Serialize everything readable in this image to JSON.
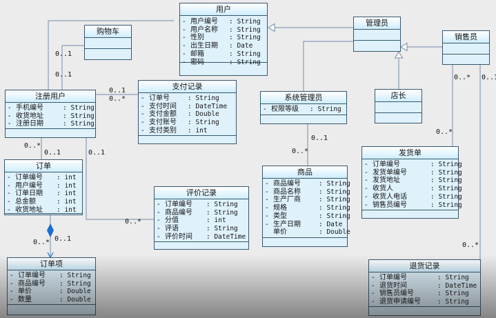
{
  "classes": {
    "user": {
      "title": "用户",
      "attributes": [
        {
          "vis": "-",
          "name": "用户编号",
          "type": ": String"
        },
        {
          "vis": "-",
          "name": "用户名称",
          "type": ": String"
        },
        {
          "vis": "-",
          "name": "性别",
          "type": ": String"
        },
        {
          "vis": "-",
          "name": "出生日期",
          "type": ": Date"
        },
        {
          "vis": "-",
          "name": "邮箱",
          "type": ": String"
        },
        {
          "vis": "-",
          "name": "密码",
          "type": ": String"
        }
      ]
    },
    "cart": {
      "title": "购物车",
      "attributes": []
    },
    "admin": {
      "title": "管理员",
      "attributes": []
    },
    "seller": {
      "title": "销售员",
      "attributes": []
    },
    "manager": {
      "title": "店长",
      "attributes": []
    },
    "sysadmin": {
      "title": "系统管理员",
      "attributes": [
        {
          "vis": "-",
          "name": "权限等级",
          "type": ": String"
        }
      ]
    },
    "reguser": {
      "title": "注册用户",
      "attributes": [
        {
          "vis": "-",
          "name": "手机编号",
          "type": ": String"
        },
        {
          "vis": "-",
          "name": "收货地址",
          "type": ": String"
        },
        {
          "vis": "-",
          "name": "注册日期",
          "type": ": String"
        }
      ]
    },
    "payment": {
      "title": "支付记录",
      "attributes": [
        {
          "vis": "-",
          "name": "订单号",
          "type": ": String"
        },
        {
          "vis": "-",
          "name": "支付时间",
          "type": ": DateTime"
        },
        {
          "vis": "-",
          "name": "支付金额",
          "type": ": Double"
        },
        {
          "vis": "-",
          "name": "支付账号",
          "type": ": String"
        },
        {
          "vis": "-",
          "name": "支付类别",
          "type": ": int"
        }
      ]
    },
    "order": {
      "title": "订单",
      "attributes": [
        {
          "vis": "-",
          "name": "订单编号",
          "type": ": int"
        },
        {
          "vis": "-",
          "name": "用户编号",
          "type": ": int"
        },
        {
          "vis": "-",
          "name": "订单日期",
          "type": ": int"
        },
        {
          "vis": "-",
          "name": "总金额",
          "type": ": int"
        },
        {
          "vis": "-",
          "name": "收货地址",
          "type": ": int"
        }
      ]
    },
    "review": {
      "title": "评价记录",
      "attributes": [
        {
          "vis": "-",
          "name": "订单编号",
          "type": ": String"
        },
        {
          "vis": "-",
          "name": "商品编号",
          "type": ": String"
        },
        {
          "vis": "-",
          "name": "分值",
          "type": ": int"
        },
        {
          "vis": "-",
          "name": "评语",
          "type": ": String"
        },
        {
          "vis": "-",
          "name": "评价时间",
          "type": ": DateTime"
        }
      ]
    },
    "product": {
      "title": "商品",
      "attributes": [
        {
          "vis": "-",
          "name": "商品编号",
          "type": ": String"
        },
        {
          "vis": "-",
          "name": "商品名称",
          "type": ": String"
        },
        {
          "vis": "-",
          "name": "生产厂商",
          "type": ": String"
        },
        {
          "vis": "-",
          "name": "规格",
          "type": ": String"
        },
        {
          "vis": "-",
          "name": "类型",
          "type": ": String"
        },
        {
          "vis": "-",
          "name": "生产日期",
          "type": ": Date"
        },
        {
          "vis": "",
          "name": "单价",
          "type": ": Double"
        }
      ]
    },
    "shipping": {
      "title": "发货单",
      "attributes": [
        {
          "vis": "-",
          "name": "订单编号",
          "type": ": String"
        },
        {
          "vis": "-",
          "name": "发货单编号",
          "type": ": String"
        },
        {
          "vis": "-",
          "name": "发货地址",
          "type": ": String"
        },
        {
          "vis": "-",
          "name": "收货人",
          "type": ": String"
        },
        {
          "vis": "-",
          "name": "收货人电话",
          "type": ": String"
        },
        {
          "vis": "-",
          "name": "销售员编号",
          "type": ": String"
        }
      ]
    },
    "orderitem": {
      "title": "订单项",
      "attributes": [
        {
          "vis": "-",
          "name": "订单编号",
          "type": ": String"
        },
        {
          "vis": "-",
          "name": "商品编号",
          "type": ": String"
        },
        {
          "vis": "-",
          "name": "单价",
          "type": ": Double"
        },
        {
          "vis": "-",
          "name": "数量",
          "type": ": Double"
        }
      ]
    },
    "returns": {
      "title": "退货记录",
      "attributes": [
        {
          "vis": "-",
          "name": "订单编号",
          "type": ": String"
        },
        {
          "vis": "-",
          "name": "退货时间",
          "type": ": DateTime"
        },
        {
          "vis": "-",
          "name": "销售员编号",
          "type": ": String"
        },
        {
          "vis": "-",
          "name": "退货申请编号",
          "type": ": String"
        }
      ]
    }
  },
  "multiplicities": [
    "0..1",
    "0..1",
    "0..1",
    "0..*",
    "0..*",
    "0..1",
    "0..1",
    "0..*",
    "0..*",
    "0..1",
    "0..1",
    "0..*",
    "0..*",
    "0..*",
    "0..1",
    "0..*"
  ],
  "colors": {
    "box_fill": "#dff2fc",
    "box_border": "#36566e",
    "line": "#8a9bb8",
    "composition": "#1c6fd0"
  }
}
